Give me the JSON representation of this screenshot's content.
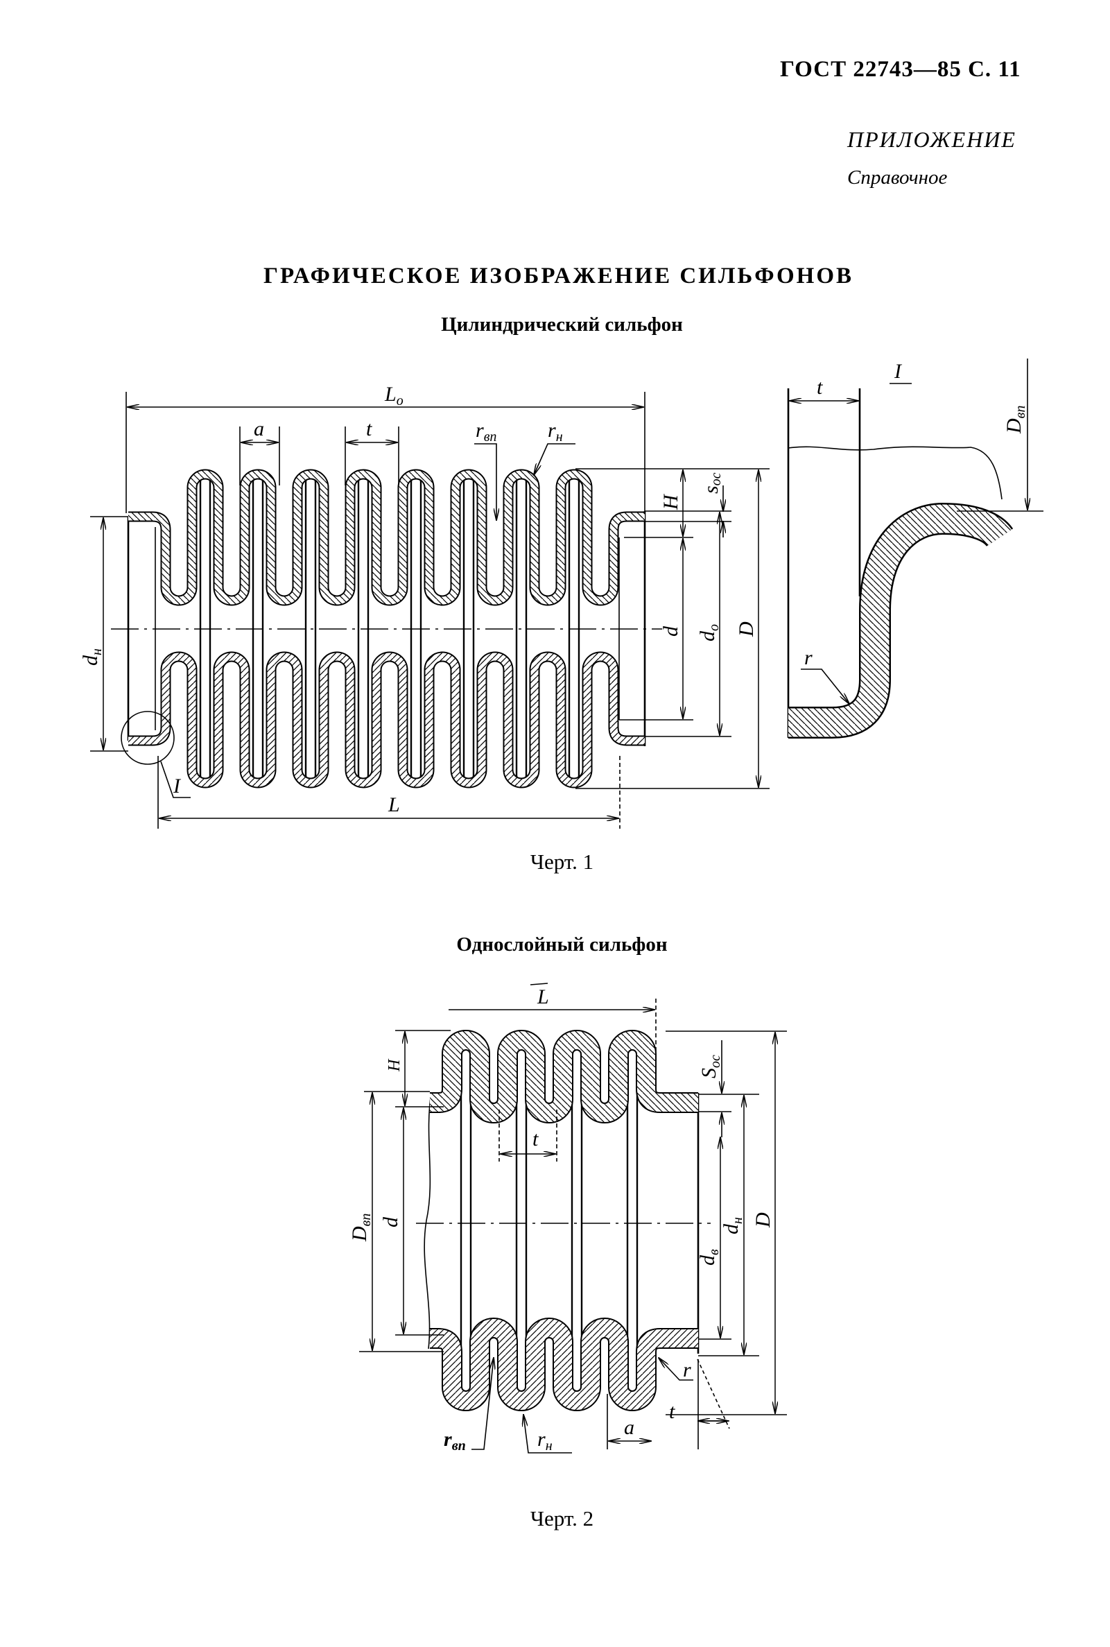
{
  "header": {
    "doc_ref": "ГОСТ 22743—85 С. 11",
    "appendix": "ПРИЛОЖЕНИЕ",
    "appendix_type": "Справочное"
  },
  "title": "ГРАФИЧЕСКОЕ ИЗОБРАЖЕНИЕ СИЛЬФОНОВ",
  "figure1": {
    "heading": "Цилиндрический сильфон",
    "caption": "Черт. 1",
    "labels": {
      "L0": {
        "main": "L",
        "sub": "o"
      },
      "a": "a",
      "t": "t",
      "r_vp": {
        "main": "r",
        "sub": "вп"
      },
      "r_n": {
        "main": "r",
        "sub": "н"
      },
      "H": "H",
      "s_oc": {
        "main": "s",
        "sub": "ос"
      },
      "d": "d",
      "d_o": {
        "main": "d",
        "sub": "о"
      },
      "D": "D",
      "d_n": {
        "main": "d",
        "sub": "н"
      },
      "L": "L",
      "detail_mark": "I"
    },
    "detail": {
      "mark": "I",
      "t": "t",
      "D_vp": {
        "main": "D",
        "sub": "вп"
      },
      "r": "r"
    }
  },
  "figure2": {
    "heading": "Однослойный сильфон",
    "caption": "Черт. 2",
    "labels": {
      "L": "L",
      "H": "H",
      "s_oc": {
        "main": "S",
        "sub": "ос"
      },
      "D_vp": {
        "main": "D",
        "sub": "вп"
      },
      "d": "d",
      "t": "t",
      "d_v": {
        "main": "d",
        "sub": "в"
      },
      "d_n": {
        "main": "d",
        "sub": "н"
      },
      "D": "D",
      "r": "r",
      "t_bottom": "t",
      "a": "a",
      "r_vp": {
        "main": "r",
        "sub": "вп"
      },
      "r_n": {
        "main": "r",
        "sub": "н"
      }
    }
  }
}
